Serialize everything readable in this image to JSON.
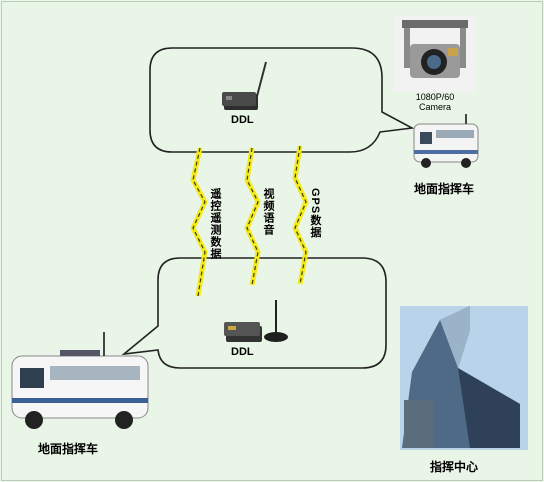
{
  "top_bubble": {
    "device_label": "DDL"
  },
  "bottom_bubble": {
    "device_label": "DDL"
  },
  "links": [
    {
      "label": "遥控遥测数据"
    },
    {
      "label": "视频语音"
    },
    {
      "label": "GPS数据"
    }
  ],
  "camera": {
    "line1": "1080P/60",
    "line2": "Camera"
  },
  "vehicle_right": {
    "caption": "地面指挥车"
  },
  "vehicle_left": {
    "caption": "地面指挥车"
  },
  "command_center": {
    "caption": "指挥中心"
  },
  "colors": {
    "background": "#e9f5e6",
    "link_yellow": "#f4ea1a",
    "link_dash": "#3c3c10"
  }
}
